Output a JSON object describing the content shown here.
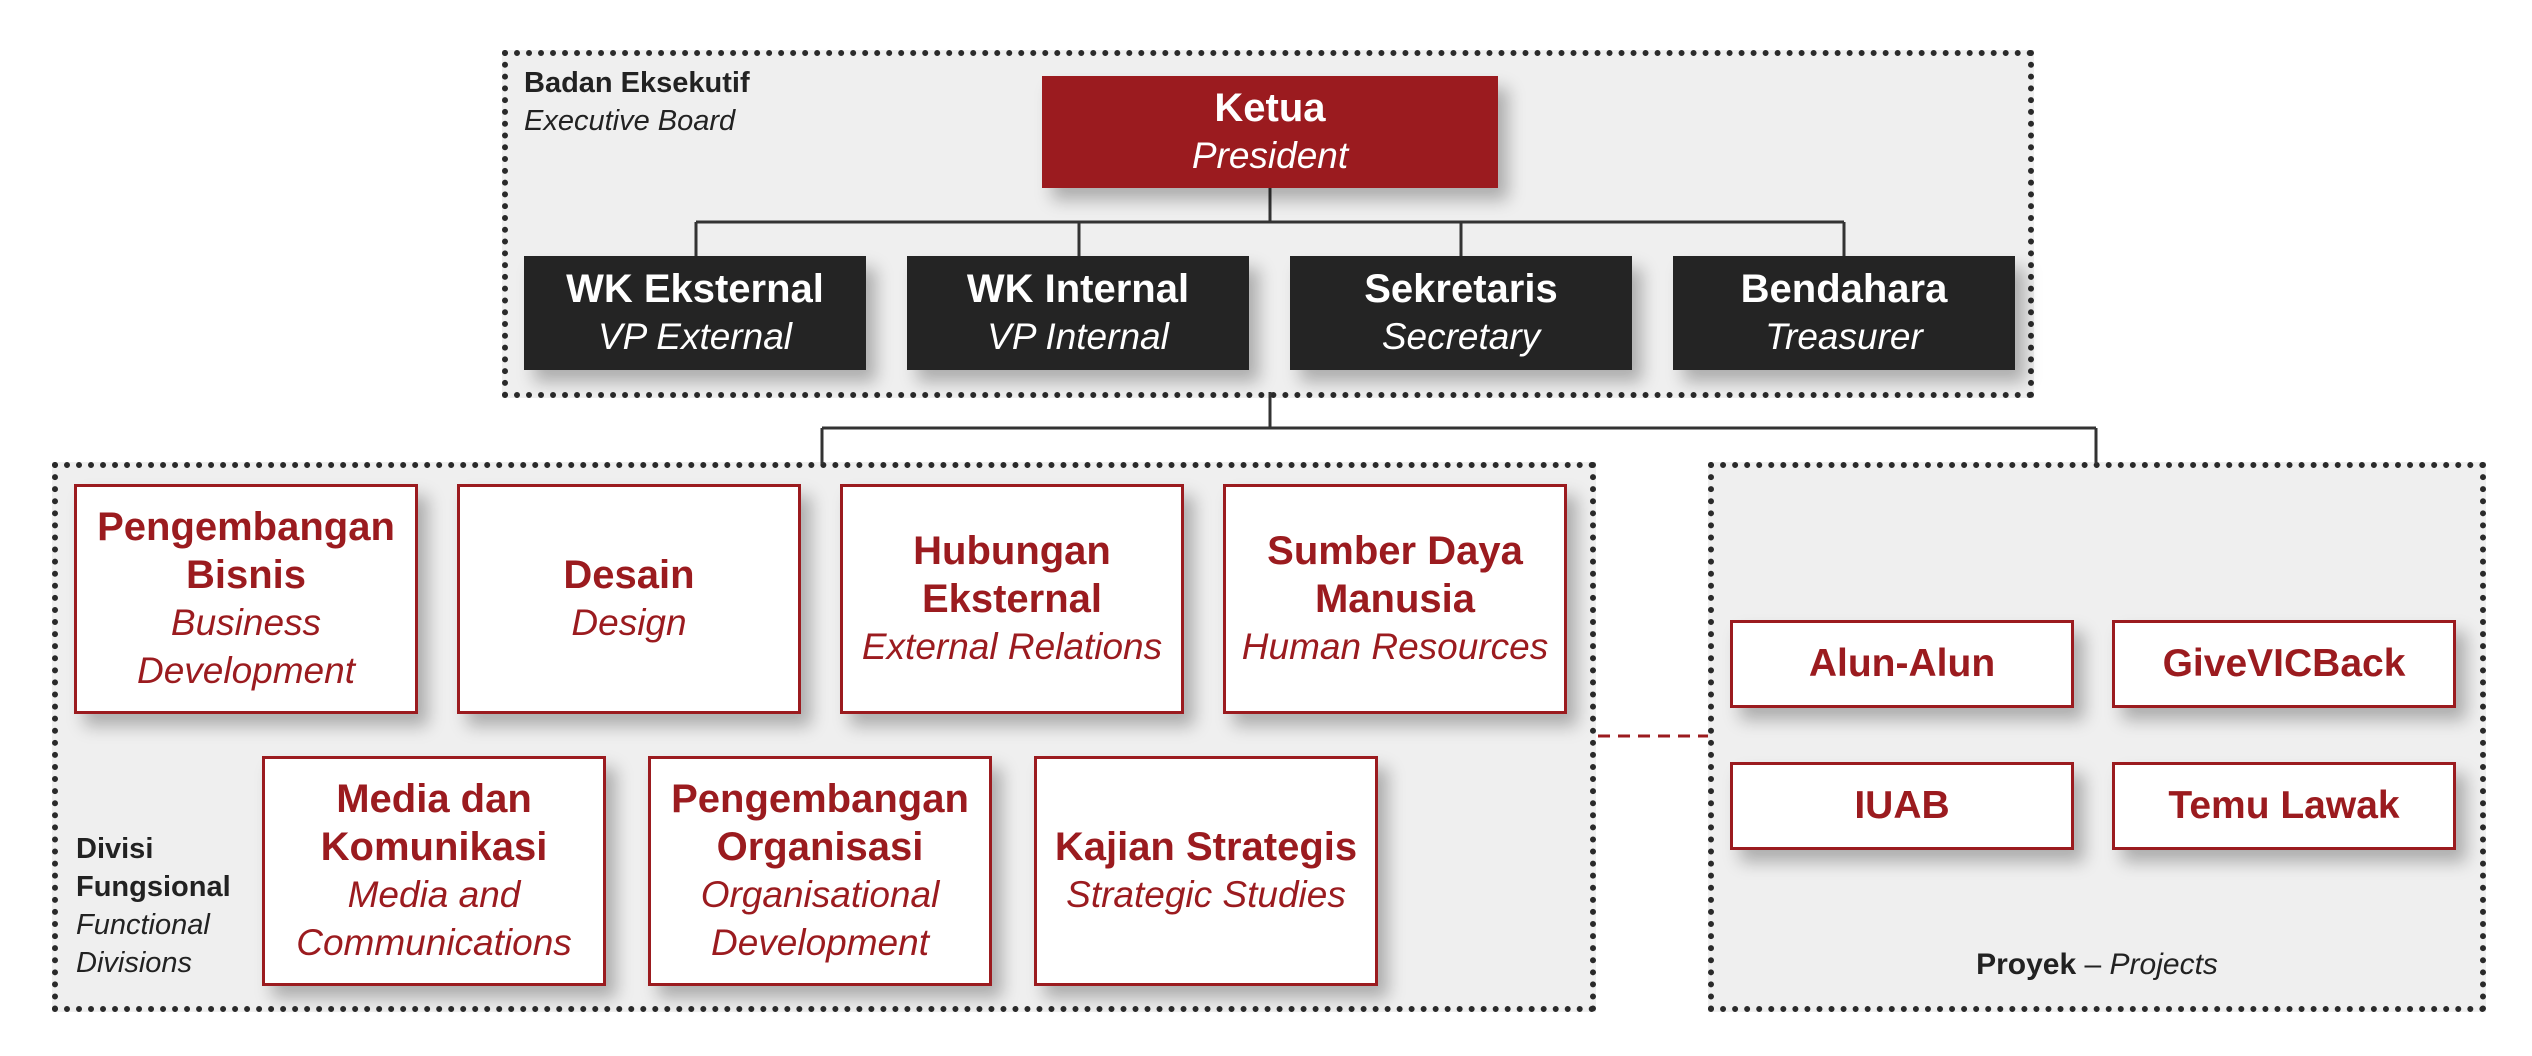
{
  "executive": {
    "label_id": "Badan Eksekutif",
    "label_en": "Executive Board",
    "president": {
      "title": "Ketua",
      "subtitle": "President"
    },
    "members": [
      {
        "title": "WK Eksternal",
        "subtitle": "VP External"
      },
      {
        "title": "WK Internal",
        "subtitle": "VP Internal"
      },
      {
        "title": "Sekretaris",
        "subtitle": "Secretary"
      },
      {
        "title": "Bendahara",
        "subtitle": "Treasurer"
      }
    ]
  },
  "divisions": {
    "label_id": "Divisi Fungsional",
    "label_en": "Functional Divisions",
    "items": [
      {
        "title": "Pengembangan Bisnis",
        "subtitle": "Business Development"
      },
      {
        "title": "Desain",
        "subtitle": "Design"
      },
      {
        "title": "Hubungan Eksternal",
        "subtitle": "External Relations"
      },
      {
        "title": "Sumber Daya Manusia",
        "subtitle": "Human Resources"
      },
      {
        "title": "Media dan Komunikasi",
        "subtitle": "Media and Communications"
      },
      {
        "title": "Pengembangan Organisasi",
        "subtitle": "Organisational Development"
      },
      {
        "title": "Kajian Strategis",
        "subtitle": "Strategic Studies"
      }
    ]
  },
  "projects": {
    "label_id": "Proyek",
    "separator": "–",
    "label_en": "Projects",
    "items": [
      {
        "title": "Alun-Alun"
      },
      {
        "title": "GiveVICBack"
      },
      {
        "title": "IUAB"
      },
      {
        "title": "Temu Lawak"
      }
    ]
  },
  "colors": {
    "primary_red": "#9b1b1f",
    "dark_box": "#242424",
    "group_bg": "#efefef",
    "connector": "#333333"
  }
}
